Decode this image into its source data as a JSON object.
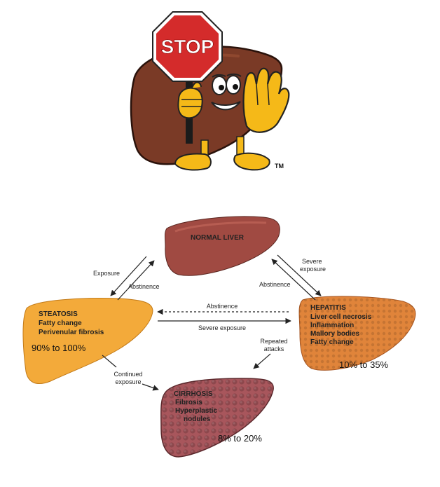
{
  "mascot": {
    "sign_text": "STOP",
    "trademark": "TM"
  },
  "stages": {
    "normal": {
      "title": "NORMAL LIVER"
    },
    "steatosis": {
      "title": "STEATOSIS",
      "lines": [
        "Fatty change",
        "Perivenular fibrosis"
      ],
      "percent": "90% to 100%"
    },
    "hepatitis": {
      "title": "HEPATITIS",
      "lines": [
        "Liver cell necrosis",
        "Inflammation",
        "Mallory bodies",
        "Fatty change"
      ],
      "percent": "10% to 35%"
    },
    "cirrhosis": {
      "title": "CIRRHOSIS",
      "lines": [
        "Fibrosis",
        "Hyperplastic",
        "nodules"
      ],
      "percent": "8% to 20%"
    }
  },
  "arrows": {
    "exposure": "Exposure",
    "abstinence_left": "Abstinence",
    "severe_exposure_top": [
      "Severe",
      "exposure"
    ],
    "abstinence_right": "Abstinence",
    "abstinence_middle": "Abstinence",
    "severe_exposure_middle": "Severe exposure",
    "repeated_attacks": [
      "Repeated",
      "attacks"
    ],
    "continued_exposure": [
      "Continued",
      "exposure"
    ]
  },
  "colors": {
    "liver_brown": "#7a3a26",
    "normal_liver": "#a04a42",
    "steatosis": "#f3aa3a",
    "hepatitis": "#e0843a",
    "cirrhosis": "#a8565c",
    "stop_red": "#d42b2b",
    "glove_yellow": "#f5b918"
  }
}
